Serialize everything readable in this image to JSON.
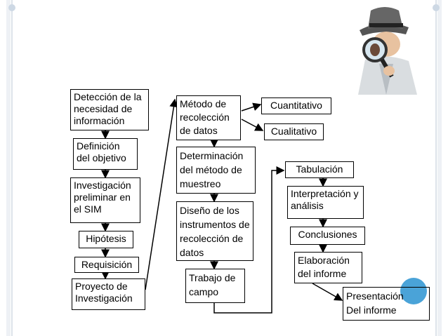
{
  "boxes": {
    "deteccion": "Detección de la necesidad de información",
    "definicion": "Definición del objetivo",
    "investigacion": "Investigación preliminar en el SIM",
    "hipotesis": "Hipótesis",
    "requisicion": "Requisición",
    "proyecto": "Proyecto de Investigación",
    "metodo": "Método de recolección de datos",
    "cuantitativo": "Cuantitativo",
    "cualitativo": "Cualitativo",
    "determinacion": "Determinación del método de muestreo",
    "diseno": "Diseño de los instrumentos de recolección de datos",
    "trabajo": "Trabajo de campo",
    "tabulacion": "Tabulación",
    "interpretacion": "Interpretación y análisis",
    "conclusiones": "Conclusiones",
    "elaboracion": "Elaboración del informe",
    "presentacion_l1": "Presentación",
    "presentacion_l2": "Del informe"
  },
  "colors": {
    "accent_dot": "#4aa3d8",
    "border": "#000000"
  },
  "icons": {
    "illustration": "detective-magnifying-glass-icon"
  }
}
